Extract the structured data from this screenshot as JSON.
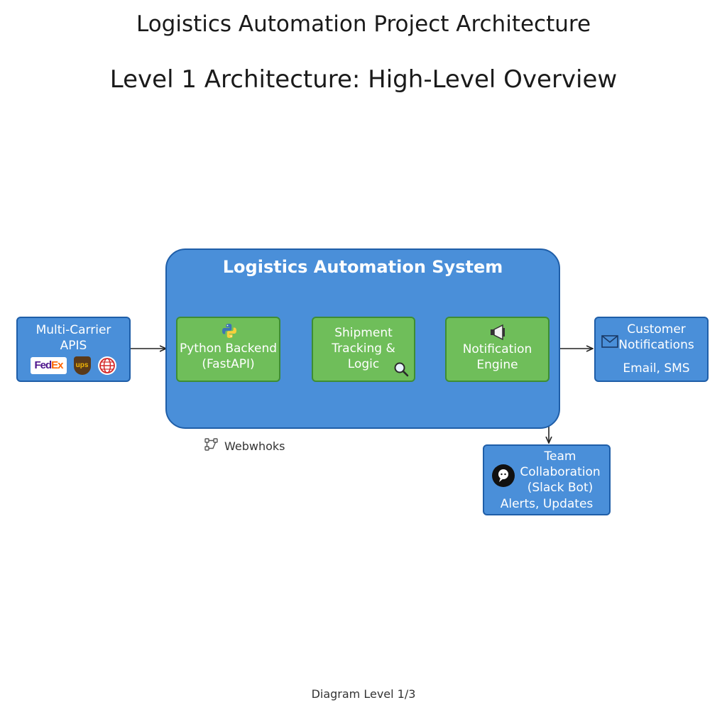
{
  "header": {
    "title": "Logistics Automation Project Architecture",
    "subtitle": "Level 1 Architecture: High-Level Overview"
  },
  "system": {
    "title": "Logistics Automation System"
  },
  "nodes": {
    "carriers": {
      "label_line1": "Multi-Carrier",
      "label_line2": "APIS",
      "logo_fedex_part1": "Fed",
      "logo_fedex_part2": "Ex",
      "logo_ups": "ups"
    },
    "python_backend": {
      "label_line1": "Python Backend",
      "label_line2": "(FastAPI)"
    },
    "tracking": {
      "label_line1": "Shipment",
      "label_line2": "Tracking &",
      "label_line3": "Logic"
    },
    "notification": {
      "label_line1": "Notification",
      "label_line2": "Engine"
    },
    "customer": {
      "label_line1": "Customer",
      "label_line2": "Notifications",
      "sub": "Email, SMS"
    },
    "team": {
      "label_line1": "Team",
      "label_line2": "Collaboration",
      "label_line3": "(Slack Bot)",
      "sub": "Alerts, Updates"
    }
  },
  "webhooks": {
    "label": "Webwhoks"
  },
  "footer": {
    "label": "Diagram Level 1/3"
  },
  "colors": {
    "container_blue": "#4a8fd9",
    "component_green": "#6fbe5a",
    "border_blue": "#1f5ea8",
    "border_green": "#3e8d33"
  },
  "icons": [
    "python-icon",
    "search-icon",
    "megaphone-icon",
    "envelope-icon",
    "slack-icon",
    "globe-icon",
    "webhook-icon"
  ]
}
